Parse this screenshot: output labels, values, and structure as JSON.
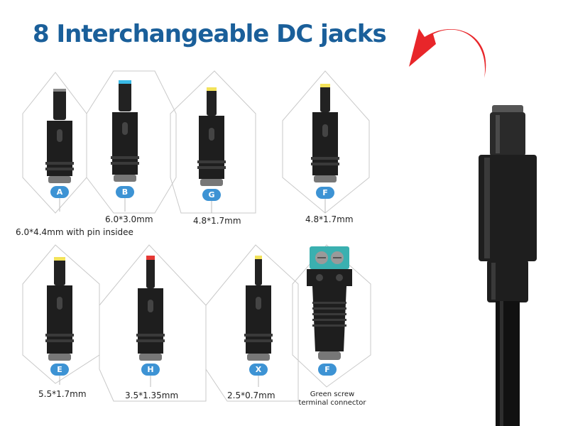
{
  "title": "8 Interchangeable DC jacks",
  "tips": [
    {
      "badge": "A",
      "caption": "6.0*4.4mm with pin insidee",
      "tip_color": "#888888"
    },
    {
      "badge": "B",
      "caption": "6.0*3.0mm",
      "tip_color": "#39b9e6"
    },
    {
      "badge": "G",
      "caption": "4.8*1.7mm",
      "tip_color": "#f2e25a"
    },
    {
      "badge": "F",
      "caption": "4.8*1.7mm",
      "tip_color": "#f2e25a"
    },
    {
      "badge": "E",
      "caption": "5.5*1.7mm",
      "tip_color": "#f2e25a"
    },
    {
      "badge": "H",
      "caption": "3.5*1.35mm",
      "tip_color": "#e53935"
    },
    {
      "badge": "X",
      "caption": "2.5*0.7mm",
      "tip_color": "#f2e25a"
    },
    {
      "badge": "F",
      "caption": "Green screw\nterminal connector",
      "tip_color": "#3ab0b0"
    }
  ],
  "colors": {
    "title": "#1a5f9a",
    "badge": "#3d93d4",
    "arrow": "#e8262a",
    "connector": "#1e1e1e"
  },
  "icons": {
    "arrow": "curved-arrow-icon",
    "plug": "dc-plug-icon"
  }
}
